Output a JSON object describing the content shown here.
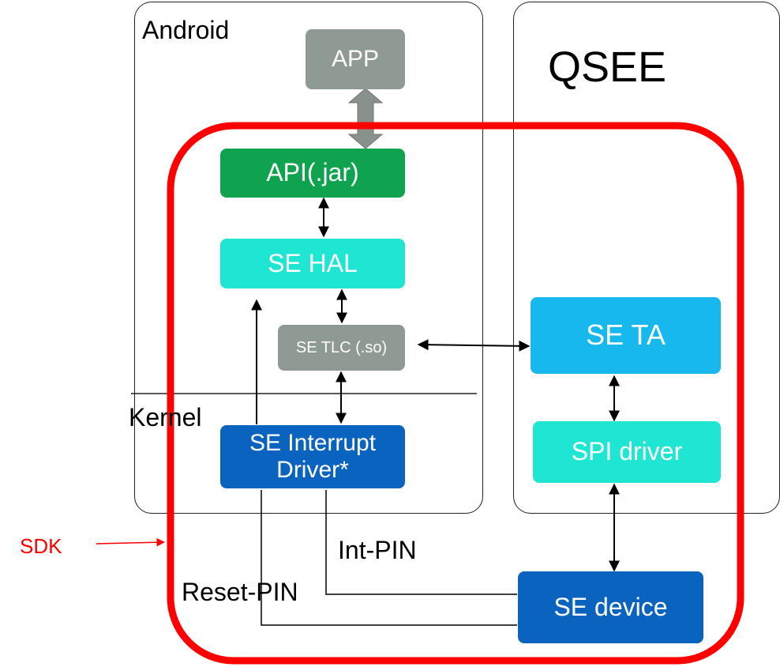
{
  "regions": {
    "android_label": "Android",
    "qsee_label": "QSEE",
    "kernel_label": "Kernel"
  },
  "blocks": {
    "app": {
      "label": "APP",
      "color": "#8e9a93"
    },
    "api": {
      "label": "API(.jar)",
      "color": "#0fa34f"
    },
    "se_hal": {
      "label": "SE HAL",
      "color": "#1ee6d3"
    },
    "se_tlc": {
      "label": "SE TLC (.so)",
      "color": "#8e9a93"
    },
    "se_interrupt_line1": "SE Interrupt",
    "se_interrupt_line2": "Driver*",
    "se_interrupt_color": "#0a64bf",
    "se_ta": {
      "label": "SE TA",
      "color": "#16b8ee"
    },
    "spi_driver": {
      "label": "SPI driver",
      "color": "#1ee6d3"
    },
    "se_device": {
      "label": "SE device",
      "color": "#0a64bf"
    }
  },
  "connections": {
    "int_pin": "Int-PIN",
    "reset_pin": "Reset-PIN"
  },
  "annotation": {
    "sdk_label": "SDK",
    "sdk_color": "#ff0000"
  }
}
